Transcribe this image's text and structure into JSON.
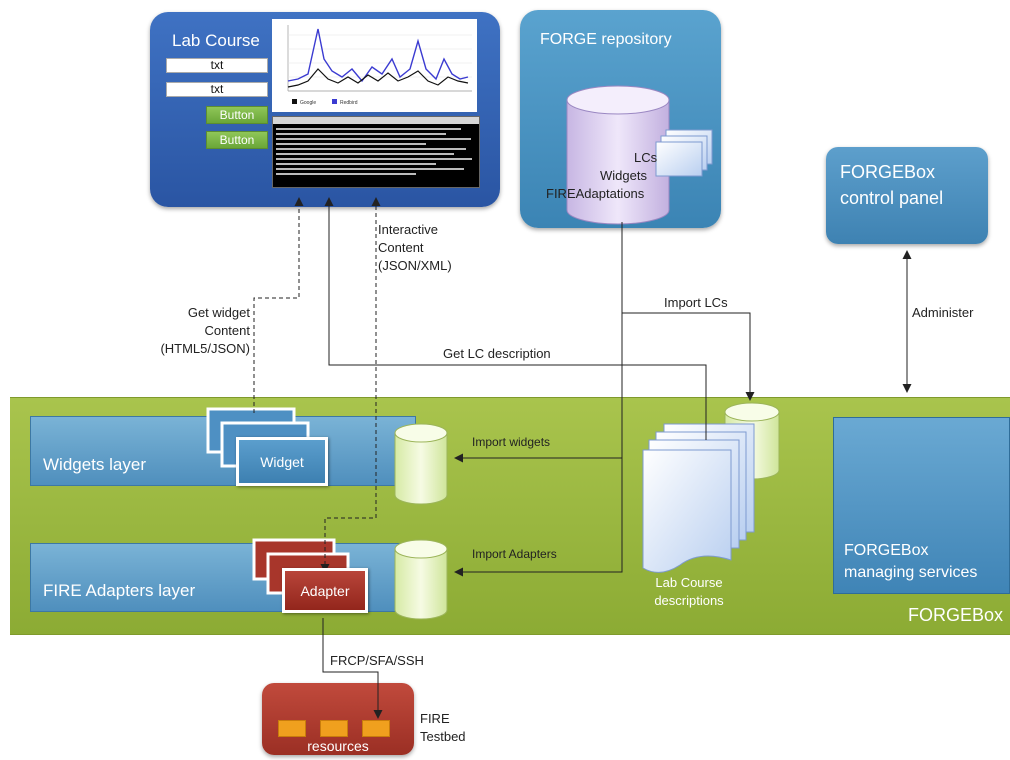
{
  "lab_course": {
    "title": "Lab Course",
    "fields": [
      "txt",
      "txt"
    ],
    "buttons": [
      "Button",
      "Button"
    ],
    "chart_legend": [
      "Google",
      "Redbird"
    ]
  },
  "forge_repository": {
    "title": "FORGE repository",
    "contents": [
      "LCs",
      "Widgets",
      "FIREAdaptations"
    ]
  },
  "control_panel": {
    "line1": "FORGEBox",
    "line2": "control panel"
  },
  "forgebox": {
    "label": "FORGEBox",
    "widgets_layer": "Widgets layer",
    "adapters_layer": "FIRE Adapters layer",
    "widget_card": "Widget",
    "adapter_card": "Adapter",
    "managing_line1": "FORGEBox",
    "managing_line2": "managing services",
    "lc_descriptions_line1": "Lab Course",
    "lc_descriptions_line2": "descriptions"
  },
  "testbed": {
    "resources": "resources",
    "label_line1": "FIRE",
    "label_line2": "Testbed"
  },
  "edges": {
    "get_widget_1": "Get widget",
    "get_widget_2": "Content",
    "get_widget_3": "(HTML5/JSON)",
    "interactive_1": "Interactive",
    "interactive_2": "Content",
    "interactive_3": "(JSON/XML)",
    "import_lcs": "Import LCs",
    "get_lc_description": "Get LC description",
    "import_widgets": "Import widgets",
    "import_adapters": "Import Adapters",
    "administer": "Administer",
    "frcp": "FRCP/SFA/SSH"
  },
  "colors": {
    "band_green": "#9bb843",
    "lab_blue": "#2f5eab",
    "repo_blue": "#4a93c2",
    "adapter_red": "#a3342a",
    "resource_orange": "#f0a01e"
  }
}
